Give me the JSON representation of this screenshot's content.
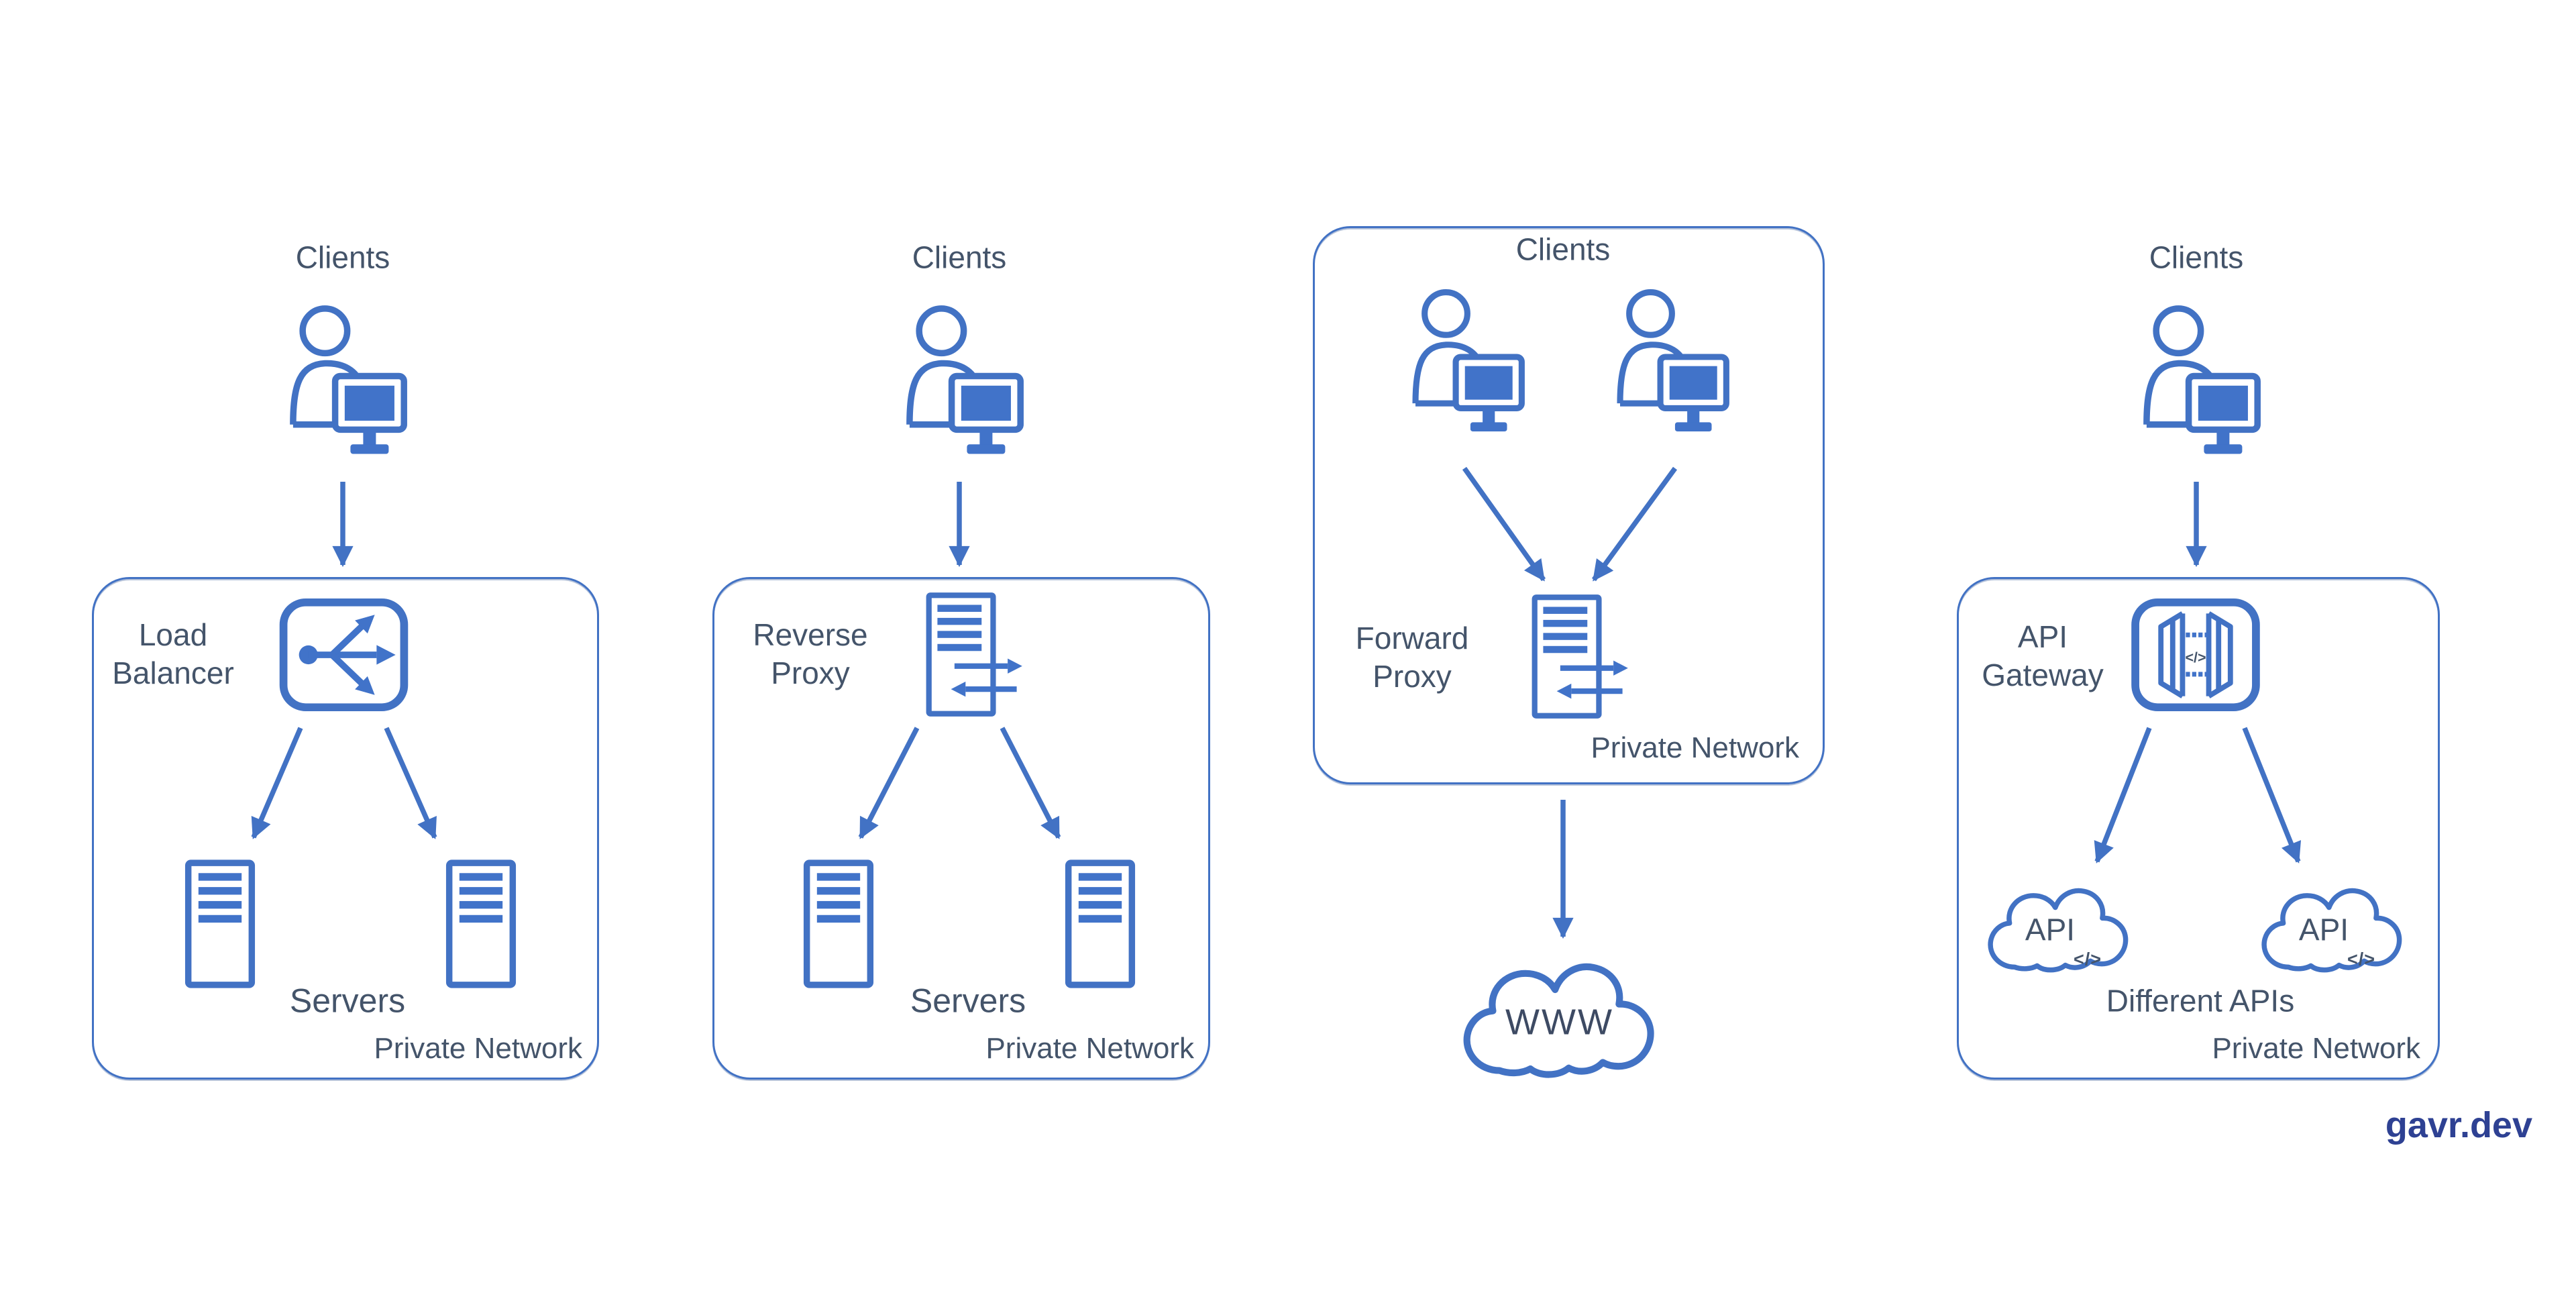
{
  "watermark": {
    "label": "gavr.dev",
    "color": "#2E4193"
  },
  "colors": {
    "stroke_blue": "#4272C4",
    "fill_blue": "#4173C9",
    "label_slate": "#44546A",
    "www_text": "#3D4A63",
    "background": "#ffffff"
  },
  "icons": {
    "client": "person-with-monitor",
    "server": "server-tower",
    "proxy": "server-with-request-response-arrows",
    "load_balancer": "traffic-splitter",
    "api_gateway": "gateway-doors",
    "cloud": "cloud",
    "gateway_code": "</>"
  },
  "panels": [
    {
      "id": "load-balancer",
      "clients_label": "Clients",
      "node_label_line1": "Load",
      "node_label_line2": "Balancer",
      "servers_label": "Servers",
      "network_label": "Private Network"
    },
    {
      "id": "reverse-proxy",
      "clients_label": "Clients",
      "node_label_line1": "Reverse",
      "node_label_line2": "Proxy",
      "servers_label": "Servers",
      "network_label": "Private Network"
    },
    {
      "id": "forward-proxy",
      "clients_label": "Clients",
      "node_label_line1": "Forward",
      "node_label_line2": "Proxy",
      "network_label": "Private Network",
      "internet_label": "WWW"
    },
    {
      "id": "api-gateway",
      "clients_label": "Clients",
      "node_label_line1": "API",
      "node_label_line2": "Gateway",
      "cloud1_label": "API",
      "cloud2_label": "API",
      "cloud_code": "</>",
      "apis_label": "Different APIs",
      "network_label": "Private Network"
    }
  ]
}
